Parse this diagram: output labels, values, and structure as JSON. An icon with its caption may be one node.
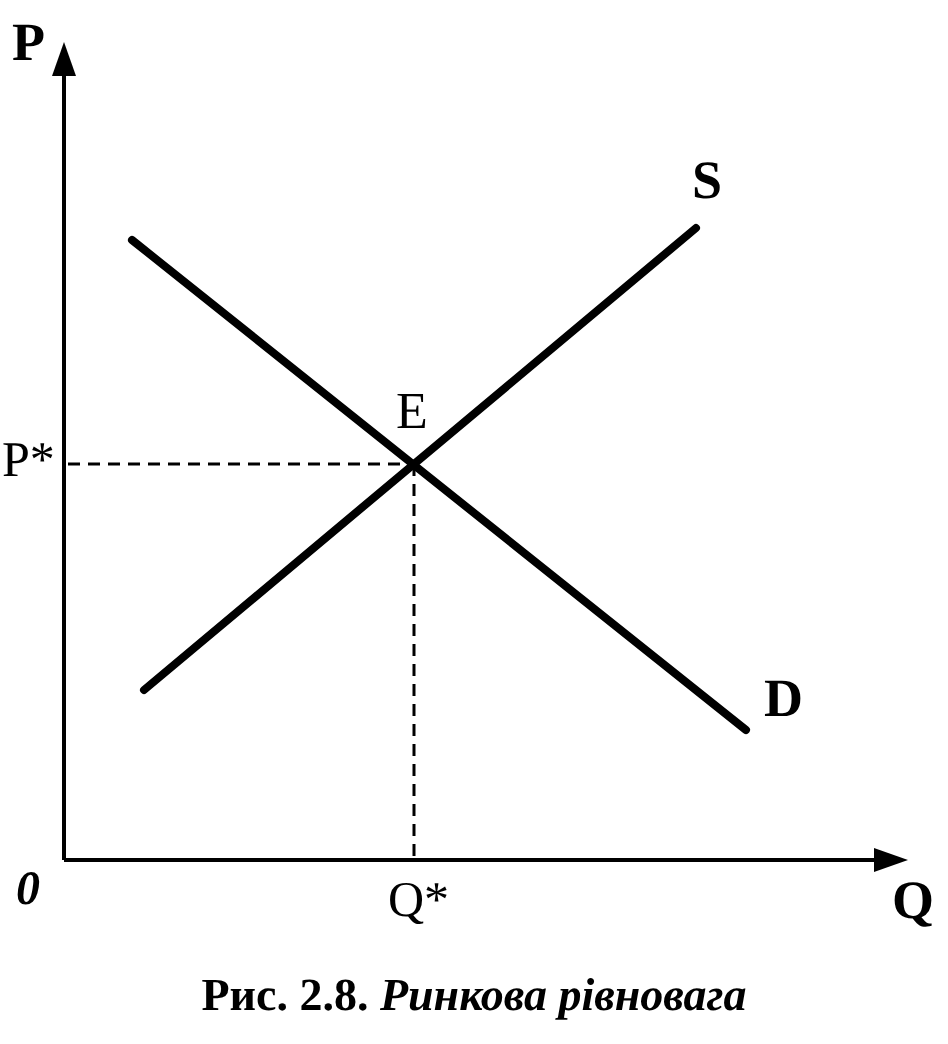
{
  "diagram": {
    "caption": "Рис. 2.8. *Ринкова рівновага*",
    "labels": [
      "P",
      "S",
      "E",
      "P*",
      "D",
      "0",
      "Q*",
      "Q"
    ]
  }
}
